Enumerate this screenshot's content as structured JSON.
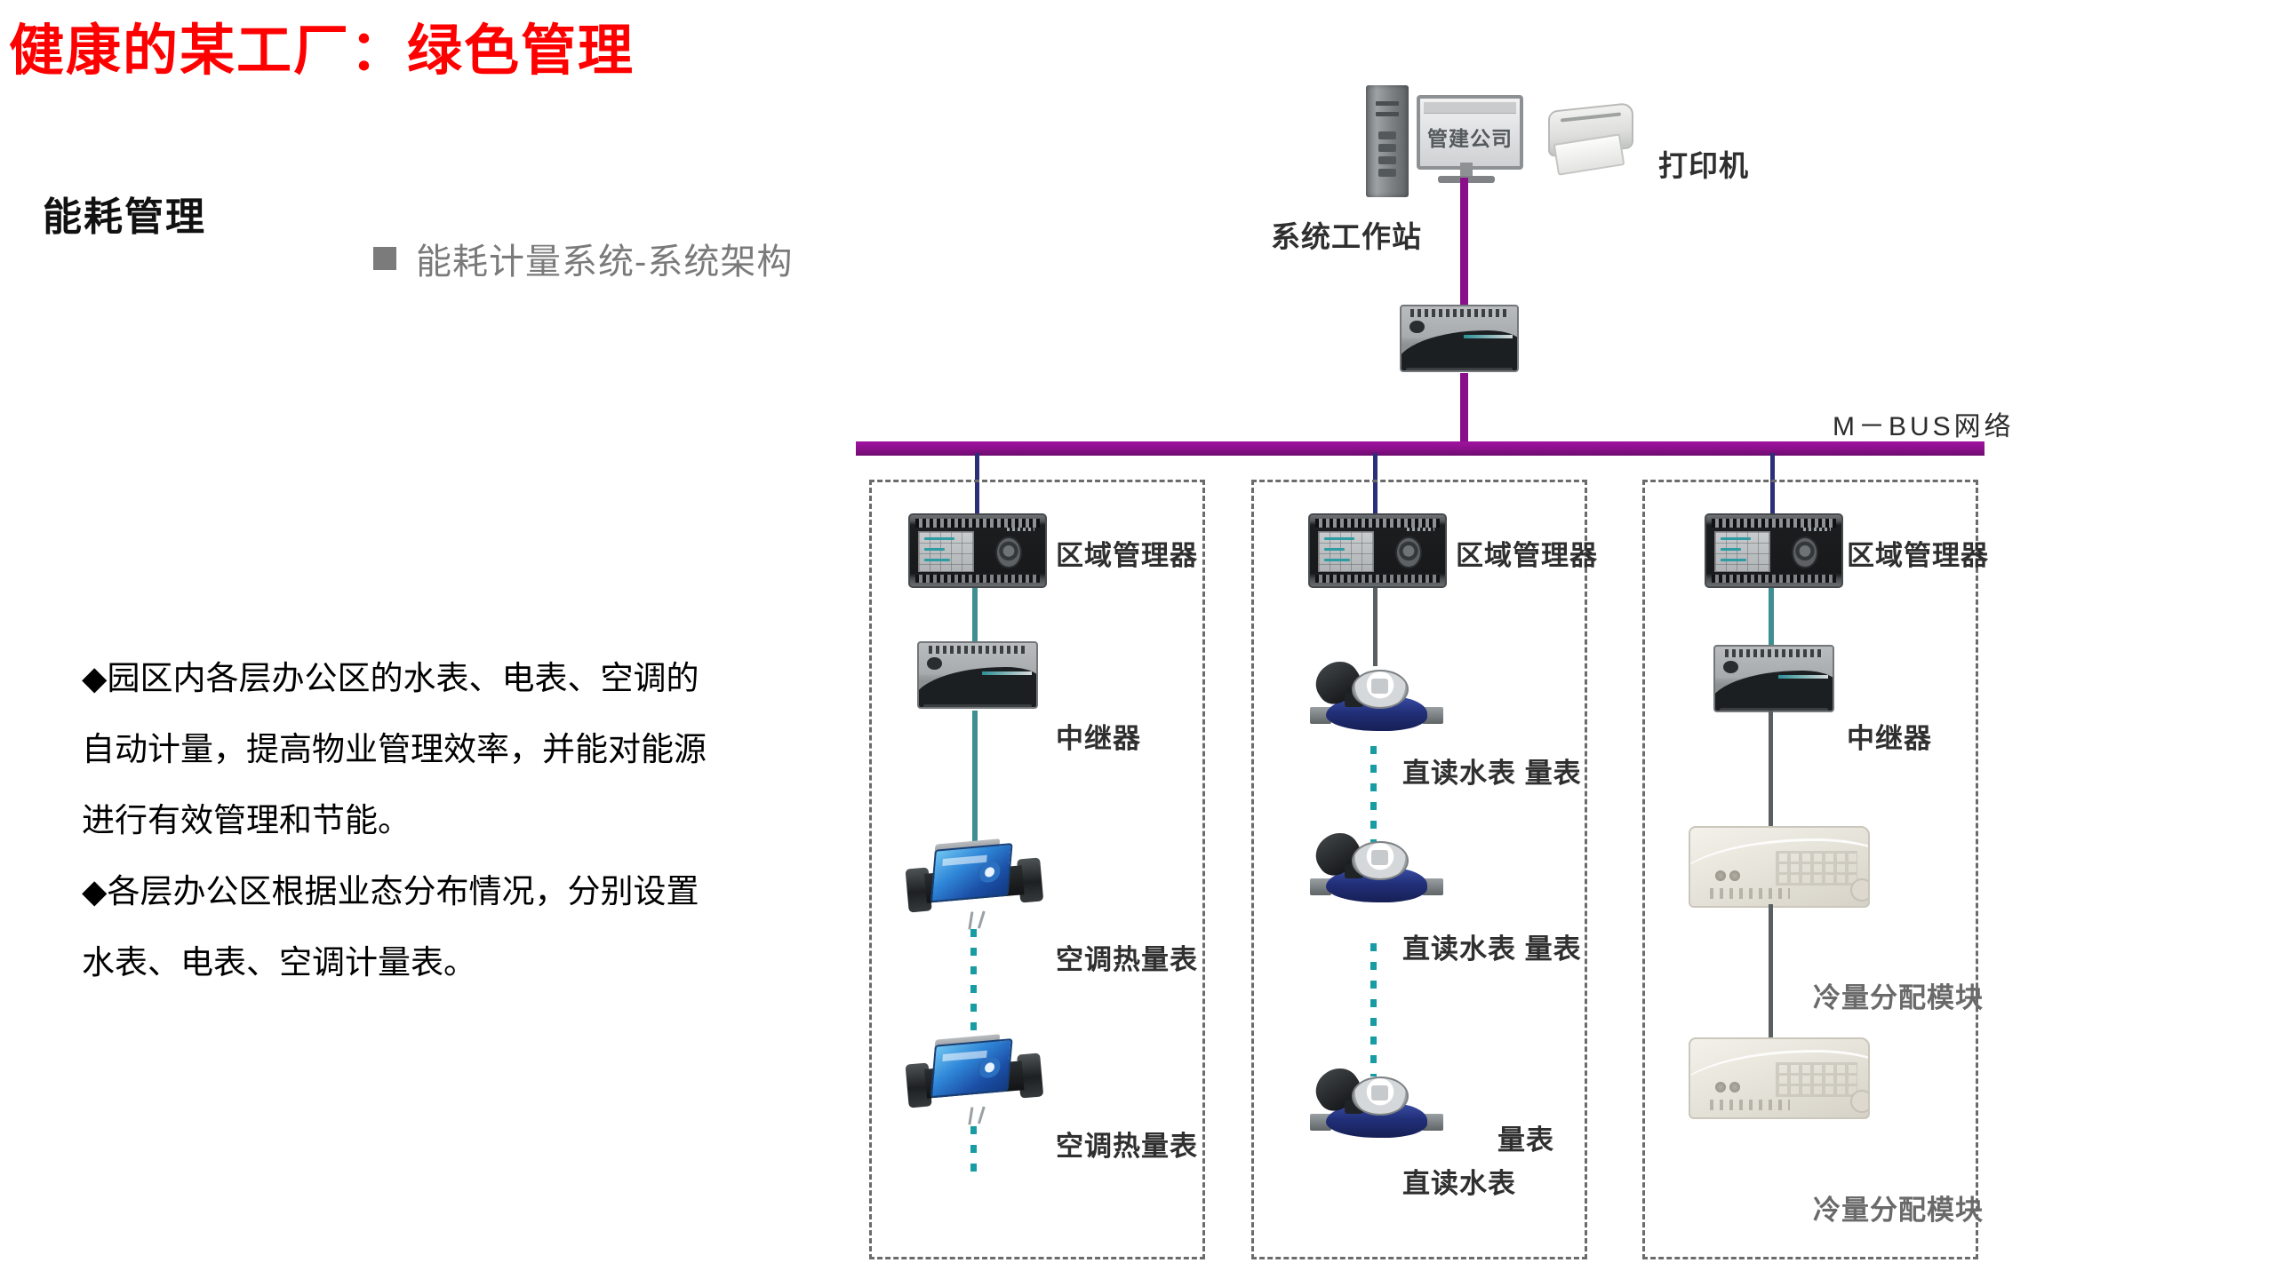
{
  "slide": {
    "title": "健康的某工厂：绿色管理",
    "section_title": "能耗管理",
    "bullet": "能耗计量系统-系统架构",
    "body_lines": [
      "◆园区内各层办公区的水表、电表、空调的",
      "自动计量，提高物业管理效率，并能对能源",
      "进行有效管理和节能。",
      "◆各层办公区根据业态分布情况，分别设置",
      "水表、电表、空调计量表。"
    ]
  },
  "colors": {
    "title_red": "#ff0000",
    "bullet_gray": "#7a7a7a",
    "mbus_purple": "#8a0f8a",
    "link_teal": "#3f8f92",
    "link_gray": "#5a5f63",
    "zone_border": "#6b6b6b"
  },
  "diagram": {
    "workstation_label": "系统工作站",
    "monitor_text": "管建公司",
    "printer_label": "打印机",
    "mbus_label": "M－BUS网络",
    "zones": [
      {
        "id": "zone-1",
        "devices": [
          {
            "label": "区域管理器",
            "type": "area-manager"
          },
          {
            "label": "中继器",
            "type": "repeater"
          },
          {
            "label": "空调热量表",
            "type": "heat-meter"
          },
          {
            "label": "空调热量表",
            "type": "heat-meter"
          }
        ]
      },
      {
        "id": "zone-2",
        "devices": [
          {
            "label": "区域管理器",
            "type": "area-manager"
          },
          {
            "label": "直读水表 量表",
            "type": "water-meter"
          },
          {
            "label": "直读水表 量表",
            "type": "water-meter"
          },
          {
            "label": "量表",
            "type": "water-meter"
          },
          {
            "label": "直读水表",
            "type": "water-meter-caption"
          }
        ]
      },
      {
        "id": "zone-3",
        "devices": [
          {
            "label": "区域管理器",
            "type": "area-manager"
          },
          {
            "label": "中继器",
            "type": "repeater"
          },
          {
            "label": "冷量分配模块",
            "type": "cooling-module"
          },
          {
            "label": "冷量分配模块",
            "type": "cooling-module"
          }
        ]
      }
    ]
  }
}
